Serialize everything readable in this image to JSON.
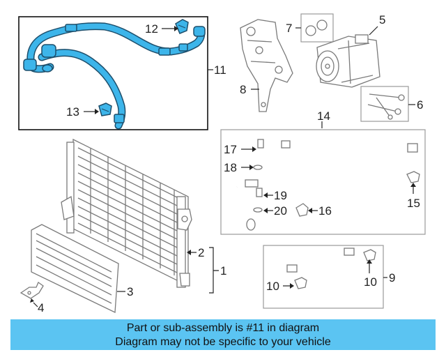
{
  "callouts": {
    "c1": "1",
    "c2": "2",
    "c3": "3",
    "c4": "4",
    "c5": "5",
    "c6": "6",
    "c7": "7",
    "c8": "8",
    "c9": "9",
    "c10a": "10",
    "c10b": "10",
    "c11": "11",
    "c12": "12",
    "c13": "13",
    "c14": "14",
    "c15": "15",
    "c16": "16",
    "c17": "17",
    "c18": "18",
    "c19": "19",
    "c20": "20"
  },
  "banner": {
    "line1": "Part or sub-assembly is #11 in diagram",
    "line2": "Diagram may not be specific to your vehicle"
  },
  "colors": {
    "highlight": "#3db5ea",
    "banner": "#5bc4f2",
    "line_art": "#7a7a7a"
  }
}
